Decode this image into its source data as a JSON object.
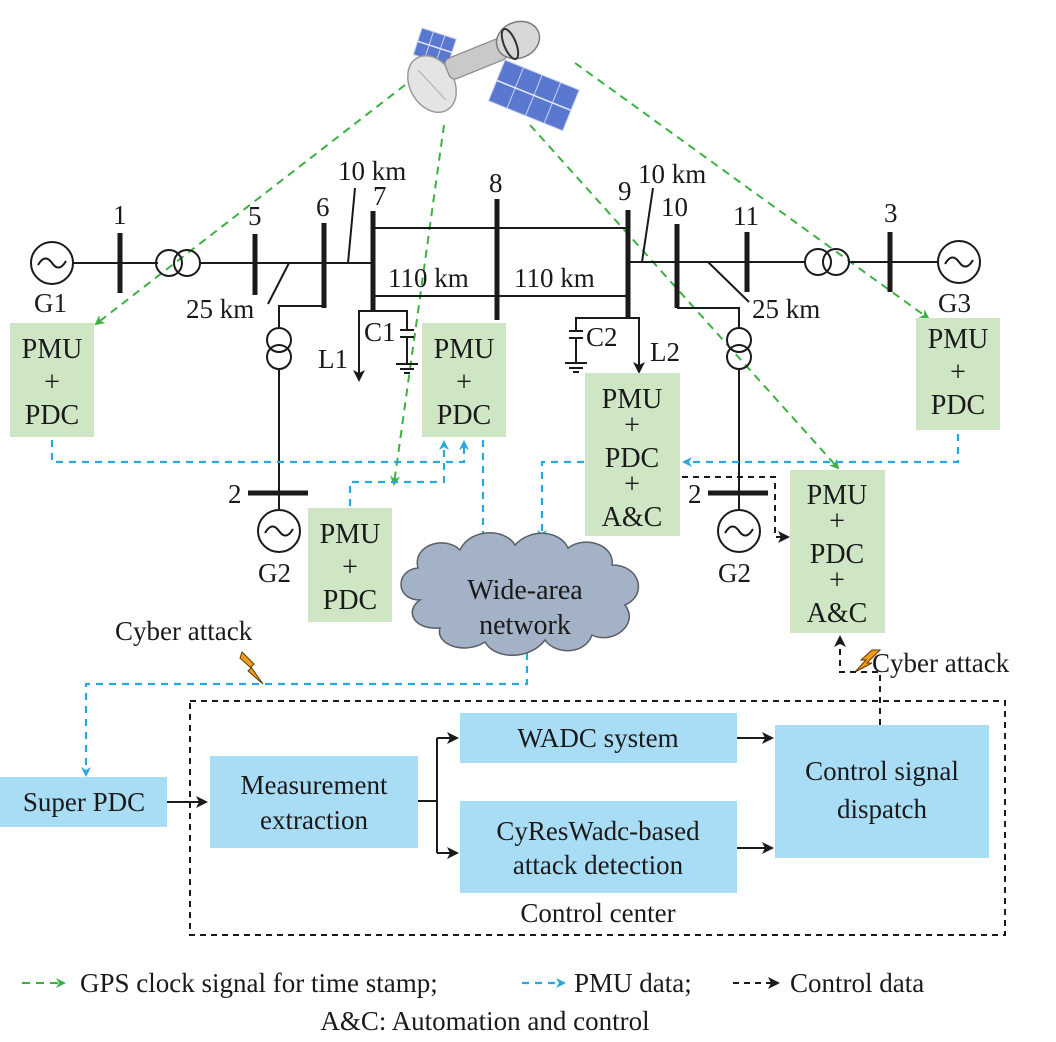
{
  "colors": {
    "gps_signal": "#3cb043",
    "pmu_data": "#29a8e0",
    "control_data": "#1a1a1a",
    "pmu_box": "#cfe6c5",
    "control_box": "#a8ddf5",
    "cloud": "#a3b2c6",
    "lightning": "#f39a1e"
  },
  "grid": {
    "generators": [
      "G1",
      "G2",
      "G2",
      "G3"
    ],
    "buses": {
      "b1": "1",
      "b5": "5",
      "b6": "6",
      "b7": "7",
      "b8": "8",
      "b9": "9",
      "b10": "10",
      "b11": "11",
      "b3": "3",
      "b2_left": "2",
      "b2_right": "2"
    },
    "distances": {
      "left_25km": "25 km",
      "left_10km": "10 km",
      "mid_110km_a": "110 km",
      "mid_110km_b": "110 km",
      "right_10km": "10 km",
      "right_25km": "25 km"
    },
    "capacitors": {
      "c1": "C1",
      "c2": "C2"
    },
    "loads": {
      "l1": "L1",
      "l2": "L2"
    }
  },
  "units": {
    "pmu_g1": [
      "PMU",
      "+",
      "PDC"
    ],
    "pmu_bus8": [
      "PMU",
      "+",
      "PDC"
    ],
    "pmu_g2": [
      "PMU",
      "+",
      "PDC"
    ],
    "pmu_g3": [
      "PMU",
      "+",
      "PDC"
    ],
    "pmu_ac_l2": [
      "PMU",
      "+",
      "PDC",
      "+",
      "A&C"
    ],
    "pmu_ac_right": [
      "PMU",
      "+",
      "PDC",
      "+",
      "A&C"
    ]
  },
  "network": {
    "cloud": [
      "Wide-area",
      "network"
    ]
  },
  "attacks": {
    "left": "Cyber attack",
    "right": "Cyber attack"
  },
  "control_center": {
    "title": "Control center",
    "super_pdc": "Super PDC",
    "measurement": [
      "Measurement",
      "extraction"
    ],
    "wadc": "WADC system",
    "detection": [
      "CyResWadc-based",
      "attack detection"
    ],
    "dispatch": [
      "Control signal",
      "dispatch"
    ]
  },
  "legend": {
    "gps": "GPS clock signal for time stamp;",
    "pmu": "PMU data;",
    "control": "Control data",
    "note": "A&C: Automation and control"
  }
}
